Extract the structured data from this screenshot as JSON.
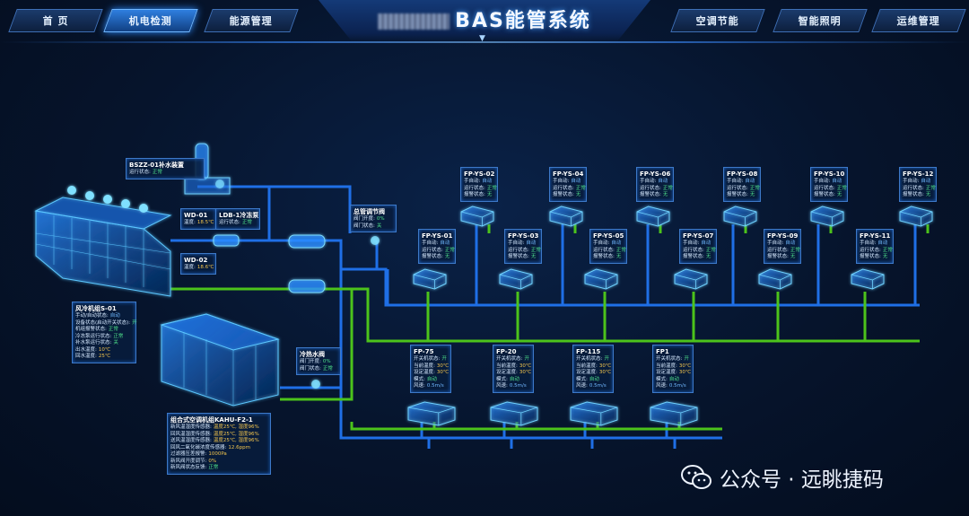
{
  "nav": {
    "left_tabs": [
      "首 页",
      "机电检测",
      "能源管理"
    ],
    "right_tabs": [
      "空调节能",
      "智能照明",
      "运维管理"
    ],
    "active_tab": "机电检测"
  },
  "title": {
    "text": "BAS能管系统",
    "chevron": "▼"
  },
  "equipment": {
    "bszz": {
      "name": "BSZZ-01补水装置",
      "rows": [
        {
          "k": "运行状态:",
          "v": "正常"
        }
      ]
    },
    "wd01": {
      "name": "WD-01",
      "rows": [
        {
          "k": "温度:",
          "v": "18.5℃"
        }
      ]
    },
    "wd02": {
      "name": "WD-02",
      "rows": [
        {
          "k": "温度:",
          "v": "18.6℃"
        }
      ]
    },
    "ldb": {
      "name": "LDB-1冷冻泵",
      "rows": [
        {
          "k": "运行状态:",
          "v": "正常"
        }
      ]
    },
    "ztf": {
      "name": "总管调节阀",
      "rows": [
        {
          "k": "阀门开度:",
          "v": "0%"
        },
        {
          "k": "阀门状态:",
          "v": "关"
        }
      ]
    },
    "lrs": {
      "name": "冷热水阀",
      "rows": [
        {
          "k": "阀门开度:",
          "v": "0%"
        },
        {
          "k": "阀门状态:",
          "v": "正常"
        }
      ]
    },
    "fjs": {
      "name": "风冷机组S-01",
      "rows": [
        {
          "k": "手动/自动状态:",
          "v": "自动"
        },
        {
          "k": "设备状态(启动开关状态):",
          "v": "开"
        },
        {
          "k": "机组报警状态:",
          "v": "正常"
        },
        {
          "k": "冷冻泵运行状态:",
          "v": "正常"
        },
        {
          "k": "补水泵运行状态:",
          "v": "关"
        },
        {
          "k": "出水温度:",
          "v": "10℃"
        },
        {
          "k": "回水温度:",
          "v": "25℃"
        }
      ]
    },
    "kahu": {
      "name": "组合式空调机组KAHU-F2-1",
      "rows": [
        {
          "k": "新风温湿度传感器:",
          "v": "温度25℃, 湿度96%"
        },
        {
          "k": "回风温湿度传感器:",
          "v": "温度25℃, 湿度96%"
        },
        {
          "k": "送风温湿度传感器:",
          "v": "温度25℃, 湿度96%"
        },
        {
          "k": "回风二氧化碳浓度传感器:",
          "v": "12.6ppm"
        },
        {
          "k": "过滤器压差报警:",
          "v": "1000Pa"
        },
        {
          "k": "新风阀开度调节:",
          "v": "0%"
        },
        {
          "k": "新风阀状态反馈:",
          "v": "正常"
        }
      ]
    },
    "fp_upper": [
      {
        "name": "FP-YS-02",
        "rows": [
          {
            "k": "手自动:",
            "v": "自动"
          },
          {
            "k": "运行状态:",
            "v": "正常"
          },
          {
            "k": "报警状态:",
            "v": "无"
          }
        ]
      },
      {
        "name": "FP-YS-04",
        "rows": [
          {
            "k": "手自动:",
            "v": "自动"
          },
          {
            "k": "运行状态:",
            "v": "正常"
          },
          {
            "k": "报警状态:",
            "v": "无"
          }
        ]
      },
      {
        "name": "FP-YS-06",
        "rows": [
          {
            "k": "手自动:",
            "v": "自动"
          },
          {
            "k": "运行状态:",
            "v": "正常"
          },
          {
            "k": "报警状态:",
            "v": "无"
          }
        ]
      },
      {
        "name": "FP-YS-08",
        "rows": [
          {
            "k": "手自动:",
            "v": "自动"
          },
          {
            "k": "运行状态:",
            "v": "正常"
          },
          {
            "k": "报警状态:",
            "v": "无"
          }
        ]
      },
      {
        "name": "FP-YS-10",
        "rows": [
          {
            "k": "手自动:",
            "v": "自动"
          },
          {
            "k": "运行状态:",
            "v": "正常"
          },
          {
            "k": "报警状态:",
            "v": "无"
          }
        ]
      },
      {
        "name": "FP-YS-12",
        "rows": [
          {
            "k": "手自动:",
            "v": "自动"
          },
          {
            "k": "运行状态:",
            "v": "正常"
          },
          {
            "k": "报警状态:",
            "v": "无"
          }
        ]
      }
    ],
    "fp_mid": [
      {
        "name": "FP-YS-01",
        "rows": [
          {
            "k": "手自动:",
            "v": "自动"
          },
          {
            "k": "运行状态:",
            "v": "正常"
          },
          {
            "k": "报警状态:",
            "v": "无"
          }
        ]
      },
      {
        "name": "FP-YS-03",
        "rows": [
          {
            "k": "手自动:",
            "v": "自动"
          },
          {
            "k": "运行状态:",
            "v": "正常"
          },
          {
            "k": "报警状态:",
            "v": "无"
          }
        ]
      },
      {
        "name": "FP-YS-05",
        "rows": [
          {
            "k": "手自动:",
            "v": "自动"
          },
          {
            "k": "运行状态:",
            "v": "正常"
          },
          {
            "k": "报警状态:",
            "v": "无"
          }
        ]
      },
      {
        "name": "FP-YS-07",
        "rows": [
          {
            "k": "手自动:",
            "v": "自动"
          },
          {
            "k": "运行状态:",
            "v": "正常"
          },
          {
            "k": "报警状态:",
            "v": "无"
          }
        ]
      },
      {
        "name": "FP-YS-09",
        "rows": [
          {
            "k": "手自动:",
            "v": "自动"
          },
          {
            "k": "运行状态:",
            "v": "正常"
          },
          {
            "k": "报警状态:",
            "v": "无"
          }
        ]
      },
      {
        "name": "FP-YS-11",
        "rows": [
          {
            "k": "手自动:",
            "v": "自动"
          },
          {
            "k": "运行状态:",
            "v": "正常"
          },
          {
            "k": "报警状态:",
            "v": "无"
          }
        ]
      }
    ],
    "fp_lower": [
      {
        "name": "FP-75",
        "rows": [
          {
            "k": "开关机状态:",
            "v": "开"
          },
          {
            "k": "当前温度:",
            "v": "30℃"
          },
          {
            "k": "设定温度:",
            "v": "30℃"
          },
          {
            "k": "模式:",
            "v": "自动"
          },
          {
            "k": "风速:",
            "v": "0.5m/s"
          }
        ]
      },
      {
        "name": "FP-20",
        "rows": [
          {
            "k": "开关机状态:",
            "v": "开"
          },
          {
            "k": "当前温度:",
            "v": "30℃"
          },
          {
            "k": "设定温度:",
            "v": "30℃"
          },
          {
            "k": "模式:",
            "v": "自动"
          },
          {
            "k": "风速:",
            "v": "0.5m/s"
          }
        ]
      },
      {
        "name": "FP-115",
        "rows": [
          {
            "k": "开关机状态:",
            "v": "开"
          },
          {
            "k": "当前温度:",
            "v": "30℃"
          },
          {
            "k": "设定温度:",
            "v": "30℃"
          },
          {
            "k": "模式:",
            "v": "自动"
          },
          {
            "k": "风速:",
            "v": "0.5m/s"
          }
        ]
      },
      {
        "name": "FP1",
        "rows": [
          {
            "k": "开关机状态:",
            "v": "开"
          },
          {
            "k": "当前温度:",
            "v": "30℃"
          },
          {
            "k": "设定温度:",
            "v": "30℃"
          },
          {
            "k": "模式:",
            "v": "自动"
          },
          {
            "k": "风速:",
            "v": "0.5m/s"
          }
        ]
      }
    ]
  },
  "watermark": {
    "text": "公众号 · 远眺捷码"
  },
  "colors": {
    "pipe_blue": "#1f6fe6",
    "pipe_green": "#4cc31b",
    "equipment_glow": "#33b6ff",
    "value_green": "#4ee08a"
  }
}
